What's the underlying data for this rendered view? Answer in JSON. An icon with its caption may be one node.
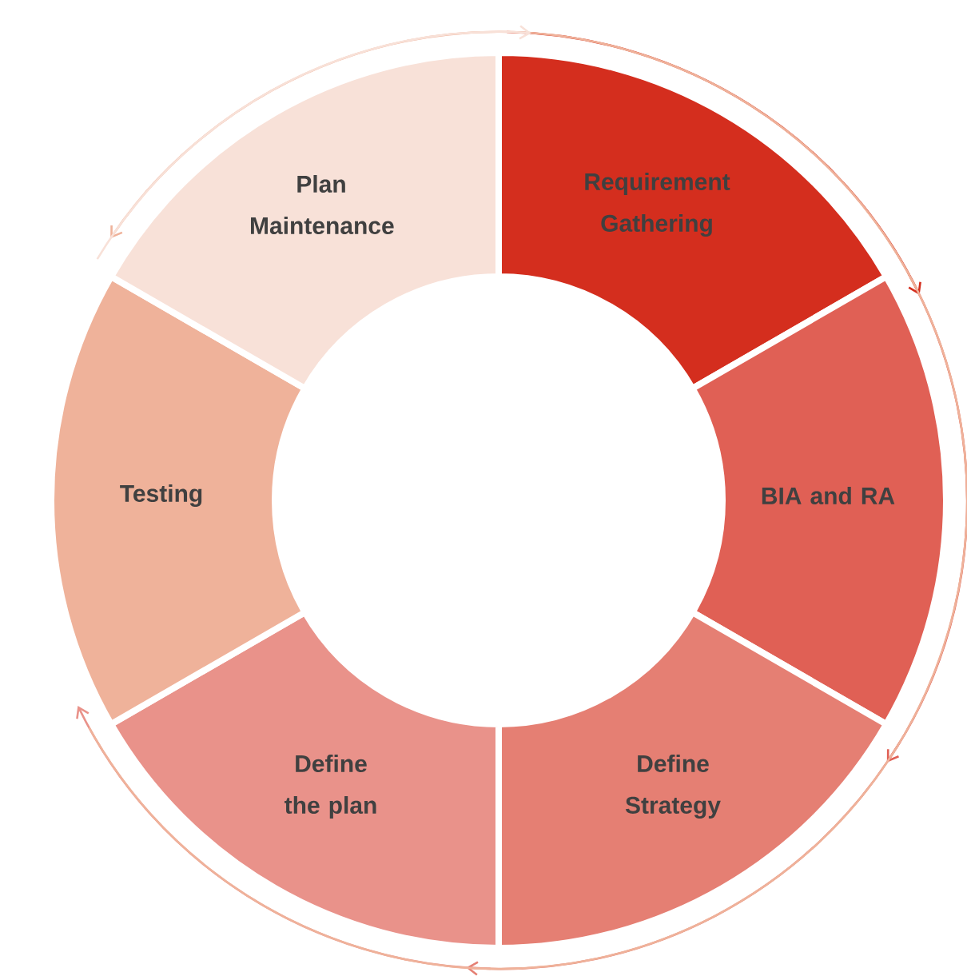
{
  "diagram": {
    "nodes": [
      {
        "text": [
          "Requirement Gathering"
        ]
      },
      {
        "text": [
          "BIA and RA"
        ]
      },
      {
        "text": [
          "Define Strategy"
        ]
      },
      {
        "text": [
          "Define the plan"
        ]
      },
      {
        "text": [
          "Testing"
        ]
      },
      {
        "text": [
          "Plan Maintenance"
        ]
      }
    ],
    "edges": [
      {
        "from": 0,
        "to": 1,
        "arrow": "to",
        "color": "#d42e1e"
      },
      {
        "from": 1,
        "to": 2,
        "arrow": "to",
        "color": "#e06055"
      },
      {
        "from": 2,
        "to": 3,
        "arrow": "to",
        "color": "#e57f73"
      },
      {
        "from": 3,
        "to": 4,
        "arrow": "to",
        "color": "#e9928a"
      },
      {
        "from": 4,
        "to": 5,
        "arrow": "to",
        "color": "#efb29a"
      },
      {
        "from": 5,
        "to": 0,
        "arrow": "to",
        "color": "#f8e1d8"
      }
    ]
  }
}
